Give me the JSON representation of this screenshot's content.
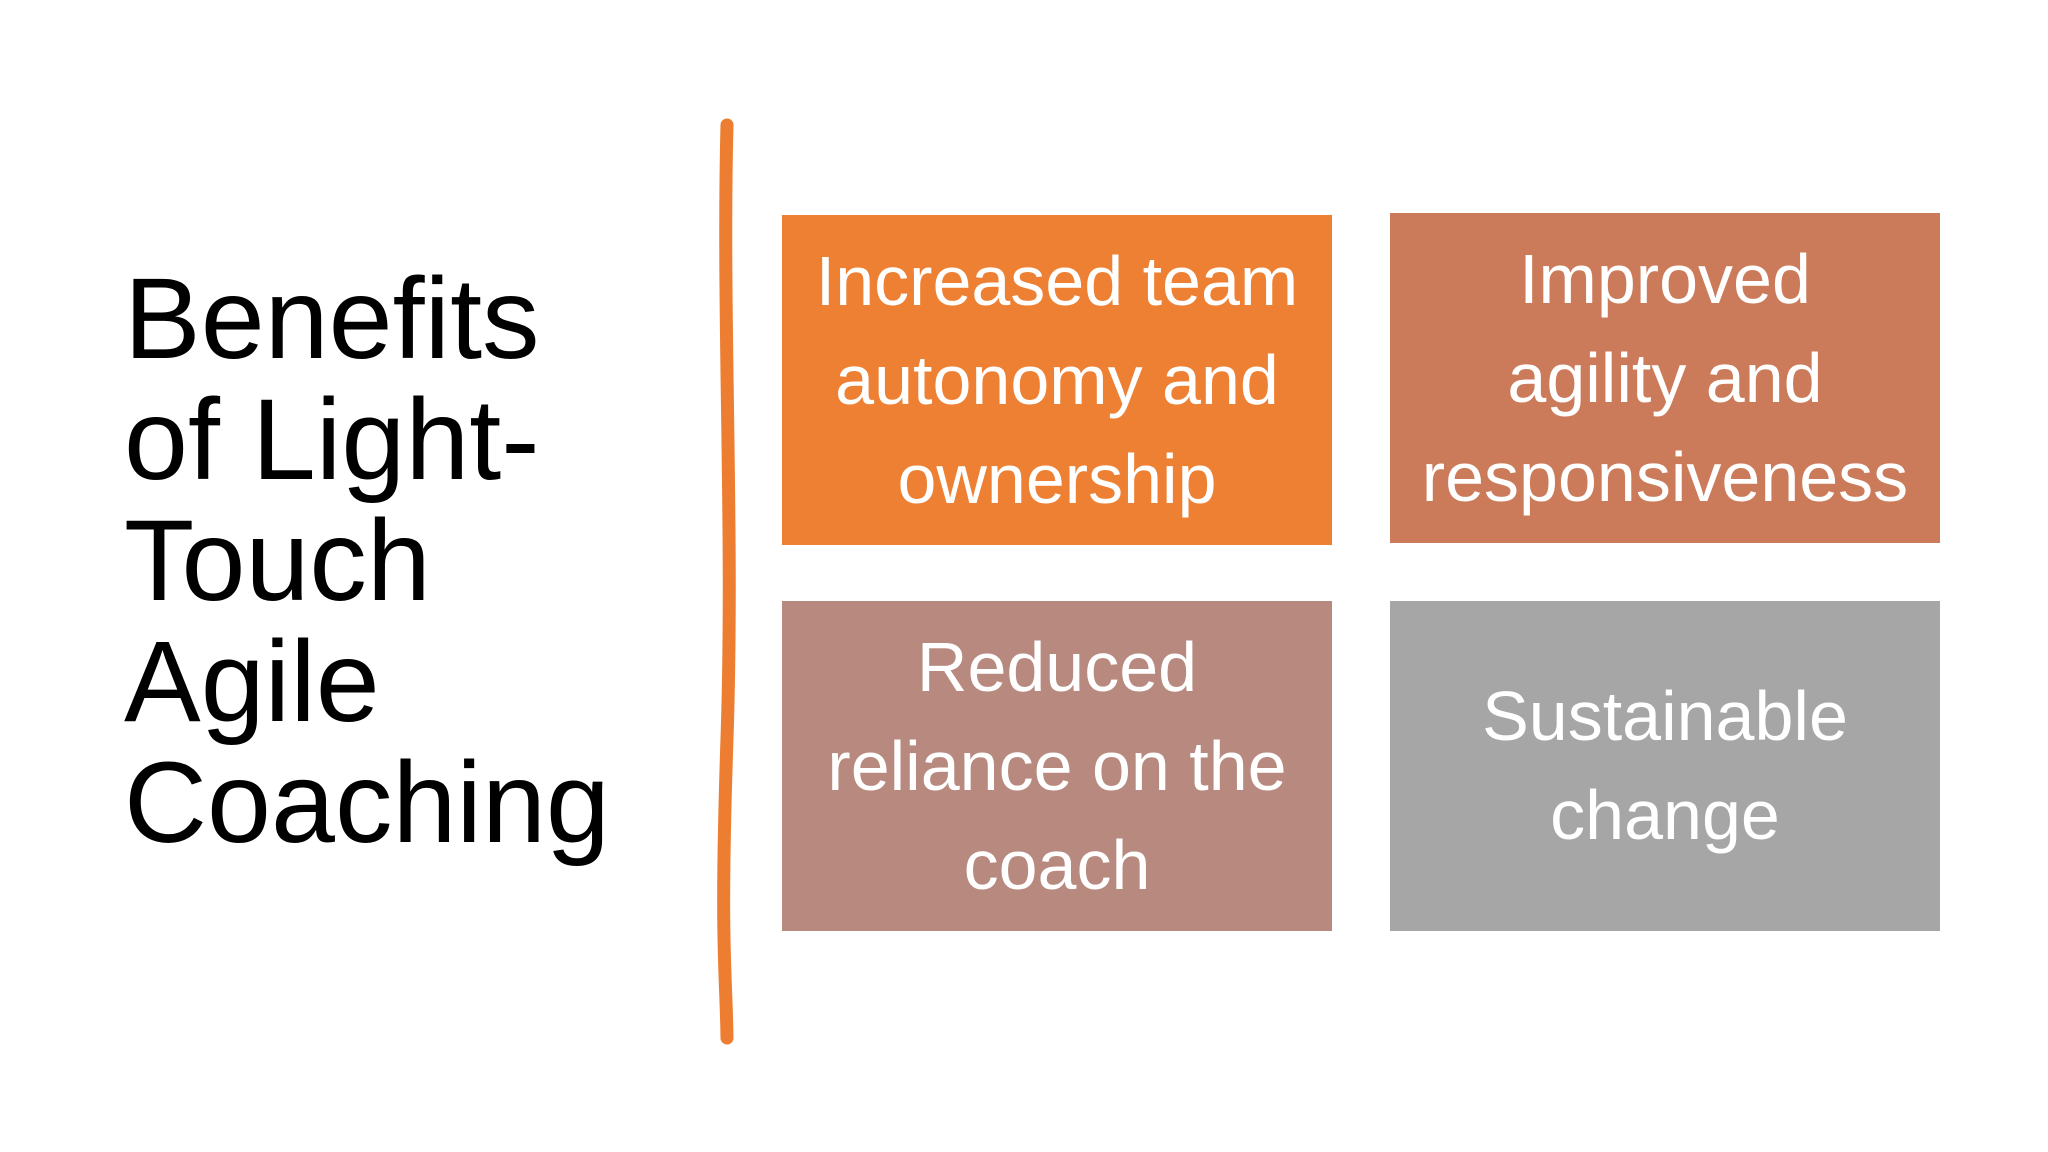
{
  "slide": {
    "background_color": "#FFFFFF",
    "title": {
      "text": "Benefits\nof Light-\nTouch\nAgile\nCoaching",
      "color": "#000000"
    },
    "divider": {
      "color": "#ED7D31"
    },
    "benefits": [
      {
        "label": "Increased team\nautonomy and\nownership",
        "background_color": "#ED8033",
        "text_color": "#FFFFFF"
      },
      {
        "label": "Improved\nagility and\nresponsiveness",
        "background_color": "#CB7B59",
        "text_color": "#FFFFFF"
      },
      {
        "label": "Reduced\nreliance on the\ncoach",
        "background_color": "#B8897E",
        "text_color": "#FFFFFF"
      },
      {
        "label": "Sustainable\nchange",
        "background_color": "#A6A6A6",
        "text_color": "#FFFFFF"
      }
    ]
  }
}
